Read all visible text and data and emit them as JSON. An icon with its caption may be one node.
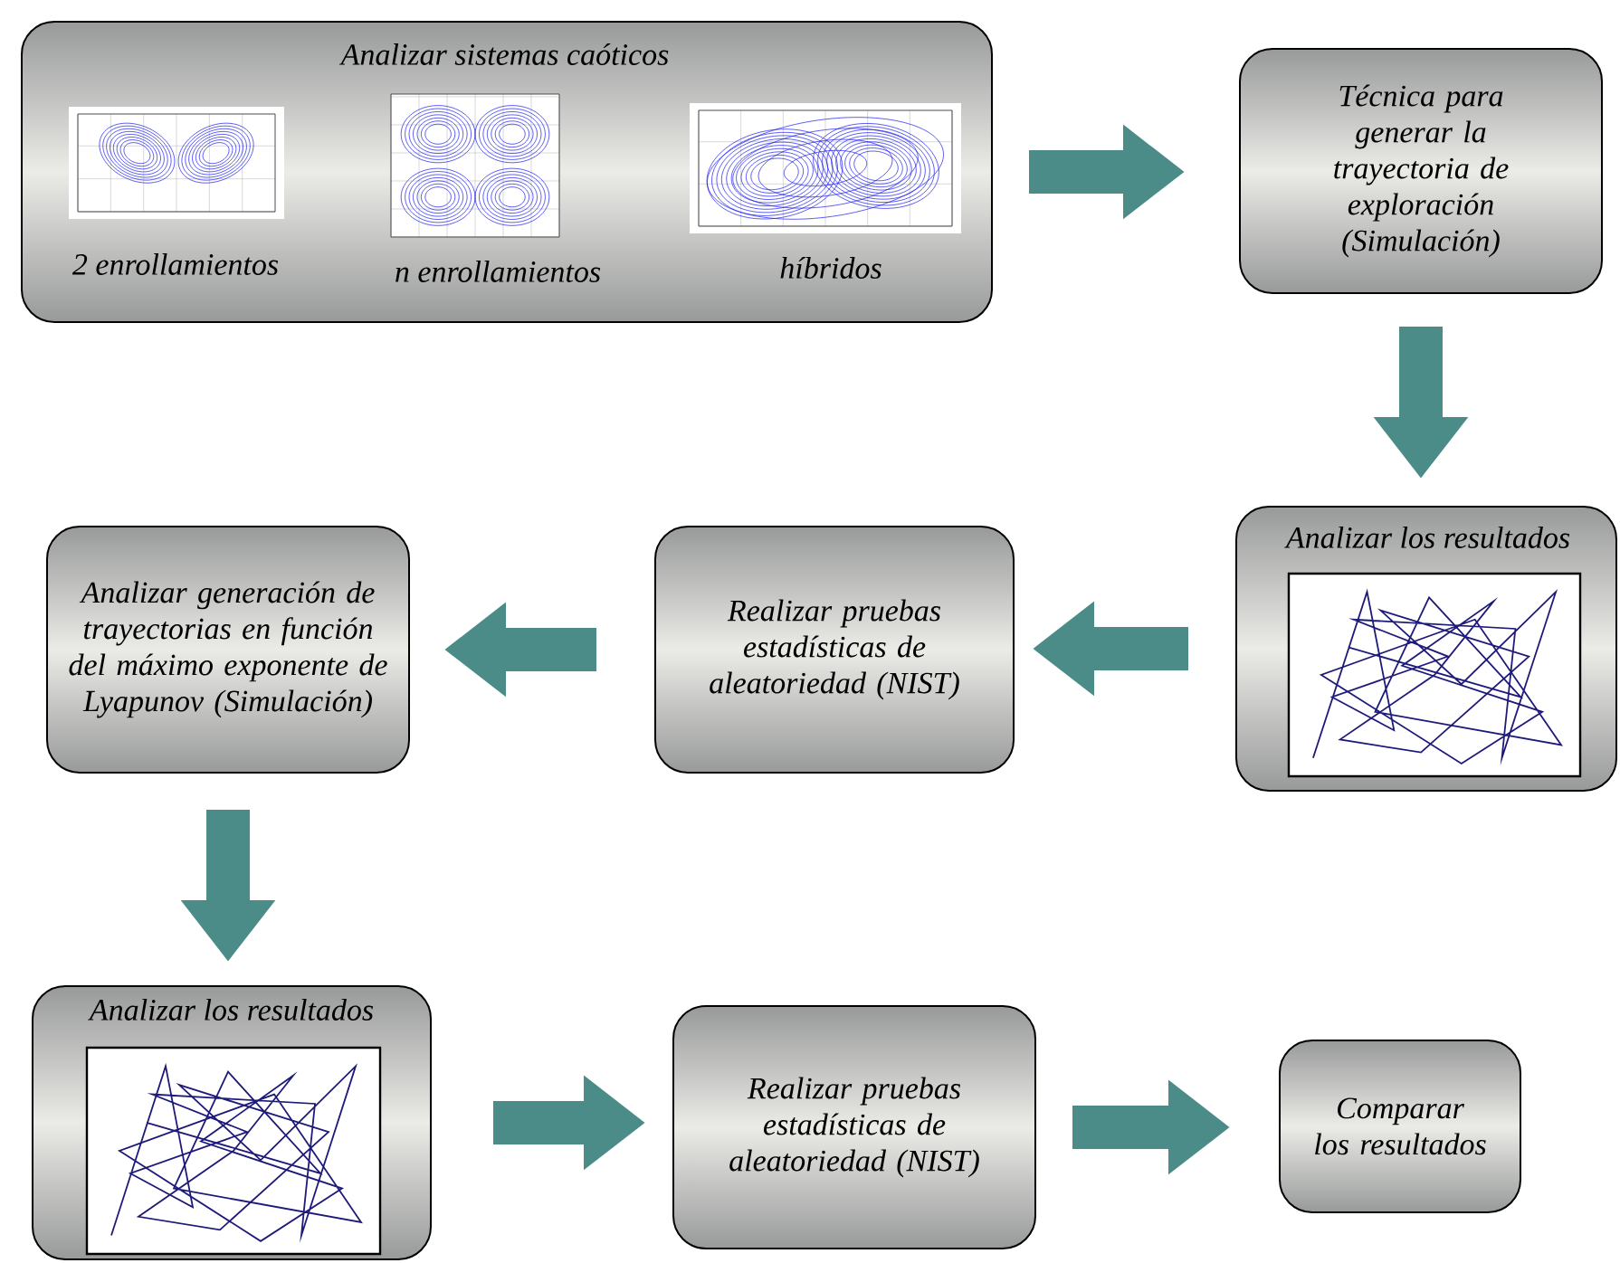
{
  "diagram": {
    "nodes": [
      {
        "text": [
          "Analizar sistemas caóticos",
          "2 enrollamientos",
          "n enrollamientos",
          "híbridos"
        ]
      },
      {
        "text": [
          "Técnica para generar la trayectoria de exploración (Simulación)"
        ]
      },
      {
        "text": [
          "Analizar los resultados"
        ]
      },
      {
        "text": [
          "Realizar pruebas estadísticas de aleatoriedad (NIST)"
        ]
      },
      {
        "text": [
          "Analizar generación de trayectorias en función del máximo exponente de Lyapunov (Simulación)"
        ]
      },
      {
        "text": [
          "Analizar los resultados"
        ]
      },
      {
        "text": [
          "Realizar pruebas estadísticas de aleatoriedad (NIST)"
        ]
      },
      {
        "text": [
          "Comparar los resultados"
        ]
      }
    ],
    "edges": [
      {
        "from": 0,
        "to": 1,
        "arrow": "to"
      },
      {
        "from": 1,
        "to": 2,
        "arrow": "to"
      },
      {
        "from": 2,
        "to": 3,
        "arrow": "to"
      },
      {
        "from": 3,
        "to": 4,
        "arrow": "to"
      },
      {
        "from": 4,
        "to": 5,
        "arrow": "to"
      },
      {
        "from": 5,
        "to": 6,
        "arrow": "to"
      },
      {
        "from": 6,
        "to": 7,
        "arrow": "to"
      }
    ]
  }
}
